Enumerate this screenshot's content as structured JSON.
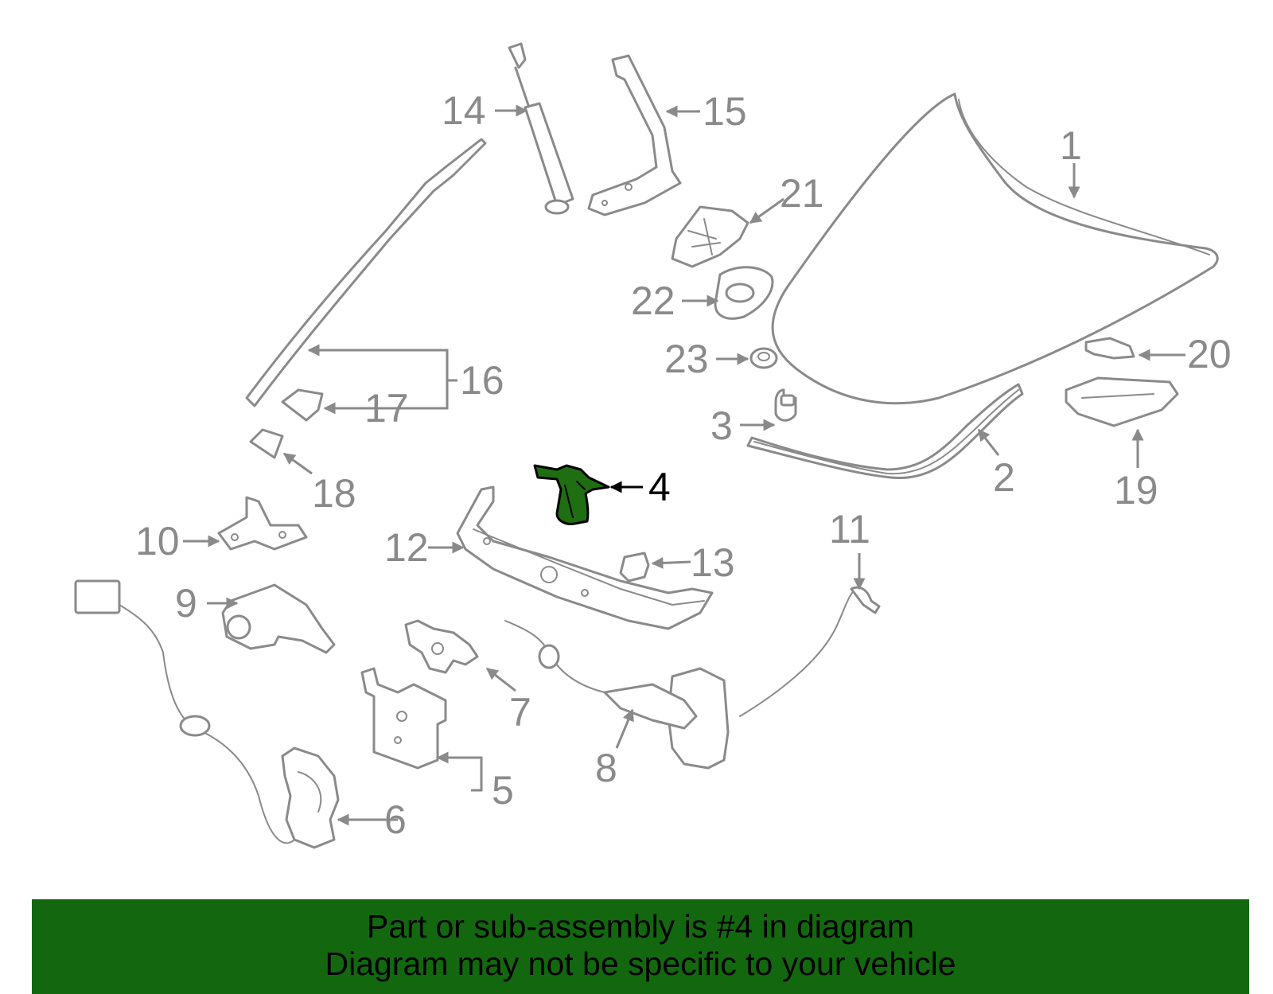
{
  "diagram": {
    "highlight_color": "#1f6e12",
    "part_color": "#8a8a8a",
    "callouts": [
      {
        "id": "1",
        "label": "1"
      },
      {
        "id": "2",
        "label": "2"
      },
      {
        "id": "3",
        "label": "3"
      },
      {
        "id": "4",
        "label": "4",
        "highlighted": true
      },
      {
        "id": "5",
        "label": "5"
      },
      {
        "id": "6",
        "label": "6"
      },
      {
        "id": "7",
        "label": "7"
      },
      {
        "id": "8",
        "label": "8"
      },
      {
        "id": "9",
        "label": "9"
      },
      {
        "id": "10",
        "label": "10"
      },
      {
        "id": "11",
        "label": "11"
      },
      {
        "id": "12",
        "label": "12"
      },
      {
        "id": "13",
        "label": "13"
      },
      {
        "id": "14",
        "label": "14"
      },
      {
        "id": "15",
        "label": "15"
      },
      {
        "id": "16",
        "label": "16"
      },
      {
        "id": "17",
        "label": "17"
      },
      {
        "id": "18",
        "label": "18"
      },
      {
        "id": "19",
        "label": "19"
      },
      {
        "id": "20",
        "label": "20"
      },
      {
        "id": "21",
        "label": "21"
      },
      {
        "id": "22",
        "label": "22"
      },
      {
        "id": "23",
        "label": "23"
      }
    ]
  },
  "banner": {
    "background": "#13680f",
    "line1": "Part or sub-assembly is #4 in diagram",
    "line2": "Diagram may not be specific to your vehicle"
  }
}
